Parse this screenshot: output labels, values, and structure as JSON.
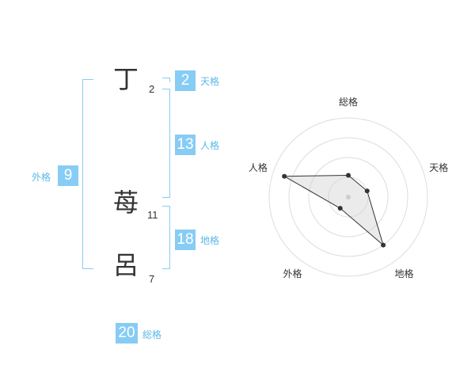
{
  "name_chars": [
    {
      "char": "丁",
      "strokes": "2"
    },
    {
      "char": "苺",
      "strokes": "11"
    },
    {
      "char": "呂",
      "strokes": "7"
    }
  ],
  "kaku": {
    "tenkaku": {
      "value": "2",
      "label": "天格"
    },
    "jinkaku": {
      "value": "13",
      "label": "人格"
    },
    "chikaku": {
      "value": "18",
      "label": "地格"
    },
    "gaikaku": {
      "value": "9",
      "label": "外格"
    },
    "soukaku": {
      "value": "20",
      "label": "総格"
    }
  },
  "colors": {
    "accent": "#87ccf5",
    "label_text": "#5cb8ea"
  },
  "chart_data": {
    "type": "radar",
    "axes": [
      "総格",
      "天格",
      "地格",
      "外格",
      "人格"
    ],
    "values": [
      1.1,
      1.0,
      3.0,
      0.7,
      3.4
    ],
    "rmax": 4,
    "rings": 4,
    "grid": true
  }
}
